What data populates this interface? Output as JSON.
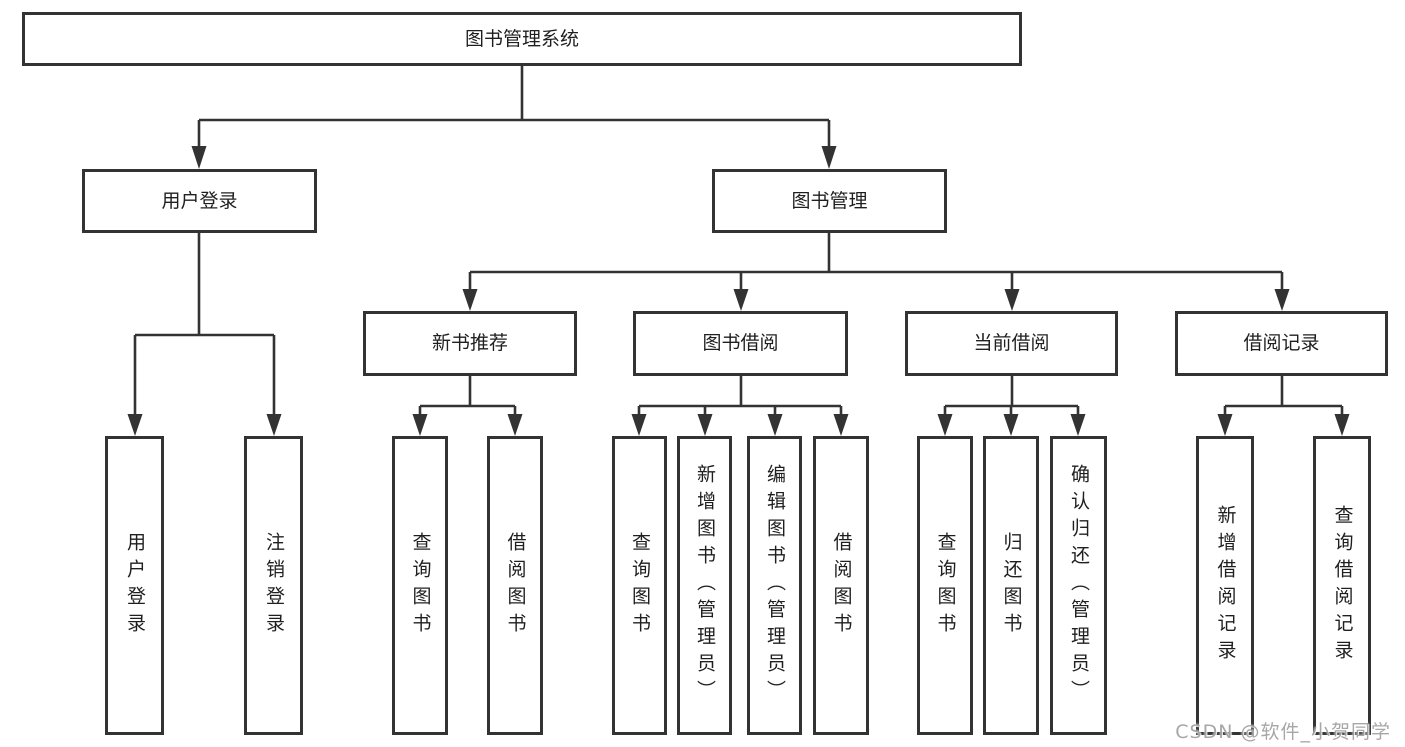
{
  "diagram": {
    "root": {
      "label": "图书管理系统"
    },
    "branches": [
      {
        "label": "用户登录",
        "children": [
          {
            "label": "用户登录"
          },
          {
            "label": "注销登录"
          }
        ]
      },
      {
        "label": "图书管理",
        "children": [
          {
            "label": "新书推荐",
            "children": [
              {
                "label": "查询图书"
              },
              {
                "label": "借阅图书"
              }
            ]
          },
          {
            "label": "图书借阅",
            "children": [
              {
                "label": "查询图书"
              },
              {
                "label": "新增图书（管理员）"
              },
              {
                "label": "编辑图书（管理员）"
              },
              {
                "label": "借阅图书"
              }
            ]
          },
          {
            "label": "当前借阅",
            "children": [
              {
                "label": "查询图书"
              },
              {
                "label": "归还图书"
              },
              {
                "label": "确认归还（管理员）"
              }
            ]
          },
          {
            "label": "借阅记录",
            "children": [
              {
                "label": "新增借阅记录"
              },
              {
                "label": "查询借阅记录"
              }
            ]
          }
        ]
      }
    ],
    "watermark": "CSDN @软件_小贺同学",
    "colors": {
      "line": "#333333",
      "text": "#1f1f1f",
      "watermark": "#9b9b9b",
      "background": "#ffffff"
    }
  }
}
